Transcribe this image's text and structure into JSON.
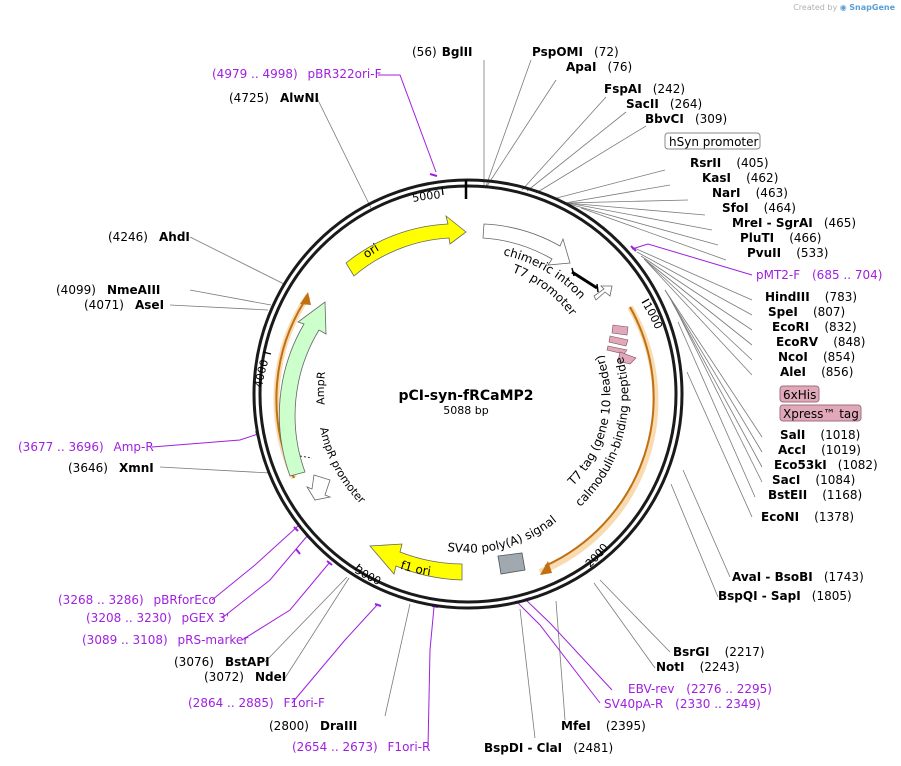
{
  "credit": {
    "created_by": "Created by",
    "brand": "SnapGene"
  },
  "plasmid": {
    "name": "pCI-syn-fRCaMP2",
    "length_label": "5088 bp"
  },
  "colors": {
    "backbone": "#222222",
    "primer": "#a020e0",
    "orf_halo": "#f0b050",
    "ori": "#ffff00",
    "ampr": "#ccffcc",
    "promoter": "#ffffff",
    "tag": "#e0a8b8",
    "polya": "#a0a8b0"
  },
  "ticks": [
    "5000",
    "1000",
    "2000",
    "3000",
    "4000"
  ],
  "features": {
    "ori": "ori",
    "ampr": "AmpR",
    "ampr_promoter": "AmpR promoter",
    "f1_ori": "f1 ori",
    "sv40": "SV40 poly(A) signal",
    "chimeric_intron": "chimeric intron",
    "t7_promoter": "T7 promoter",
    "t7_tag": "T7 tag (gene 10 leader)",
    "cbp": "calmodulin-binding peptide",
    "hsyn": "hSyn promoter",
    "his": "6xHis",
    "xpress": "Xpress™ tag"
  },
  "enzymes": [
    {
      "name": "BglII",
      "pos": "(56)"
    },
    {
      "name": "PspOMI",
      "pos": "(72)"
    },
    {
      "name": "ApaI",
      "pos": "(76)"
    },
    {
      "name": "FspAI",
      "pos": "(242)"
    },
    {
      "name": "SacII",
      "pos": "(264)"
    },
    {
      "name": "BbvCI",
      "pos": "(309)"
    },
    {
      "name": "RsrII",
      "pos": "(405)"
    },
    {
      "name": "KasI",
      "pos": "(462)"
    },
    {
      "name": "NarI",
      "pos": "(463)"
    },
    {
      "name": "SfoI",
      "pos": "(464)"
    },
    {
      "name": "MreI",
      "name2": "SgrAI",
      "pos": "(465)"
    },
    {
      "name": "PluTI",
      "pos": "(466)"
    },
    {
      "name": "PvuII",
      "pos": "(533)"
    },
    {
      "name": "HindIII",
      "pos": "(783)"
    },
    {
      "name": "SpeI",
      "pos": "(807)"
    },
    {
      "name": "EcoRI",
      "pos": "(832)"
    },
    {
      "name": "EcoRV",
      "pos": "(848)"
    },
    {
      "name": "NcoI",
      "pos": "(854)"
    },
    {
      "name": "AleI",
      "pos": "(856)"
    },
    {
      "name": "SalI",
      "pos": "(1018)"
    },
    {
      "name": "AccI",
      "pos": "(1019)"
    },
    {
      "name": "Eco53kI",
      "pos": "(1082)"
    },
    {
      "name": "SacI",
      "pos": "(1084)"
    },
    {
      "name": "BstEII",
      "pos": "(1168)"
    },
    {
      "name": "EcoNI",
      "pos": "(1378)"
    },
    {
      "name": "AvaI",
      "name2": "BsoBI",
      "pos": "(1743)"
    },
    {
      "name": "BspQI",
      "name2": "SapI",
      "pos": "(1805)"
    },
    {
      "name": "BsrGI",
      "pos": "(2217)"
    },
    {
      "name": "NotI",
      "pos": "(2243)"
    },
    {
      "name": "MfeI",
      "pos": "(2395)"
    },
    {
      "name": "BspDI",
      "name2": "ClaI",
      "pos": "(2481)"
    },
    {
      "name": "DraIII",
      "pos": "(2800)"
    },
    {
      "name": "NdeI",
      "pos": "(3072)"
    },
    {
      "name": "BstAPI",
      "pos": "(3076)"
    },
    {
      "name": "XmnI",
      "pos": "(3646)"
    },
    {
      "name": "AseI",
      "pos": "(4071)"
    },
    {
      "name": "NmeAIII",
      "pos": "(4099)"
    },
    {
      "name": "AhdI",
      "pos": "(4246)"
    },
    {
      "name": "AlwNI",
      "pos": "(4725)"
    }
  ],
  "primers": [
    {
      "name": "pBR322ori-F",
      "range": "(4979 .. 4998)"
    },
    {
      "name": "pMT2-F",
      "range": "(685 .. 704)"
    },
    {
      "name": "EBV-rev",
      "range": "(2276 .. 2295)"
    },
    {
      "name": "SV40pA-R",
      "range": "(2330 .. 2349)"
    },
    {
      "name": "F1ori-R",
      "range": "(2654 .. 2673)"
    },
    {
      "name": "F1ori-F",
      "range": "(2864 .. 2885)"
    },
    {
      "name": "pRS-marker",
      "range": "(3089 .. 3108)"
    },
    {
      "name": "pGEX 3'",
      "range": "(3208 .. 3230)"
    },
    {
      "name": "pBRforEco",
      "range": "(3268 .. 3286)"
    },
    {
      "name": "Amp-R",
      "range": "(3677 .. 3696)"
    }
  ]
}
